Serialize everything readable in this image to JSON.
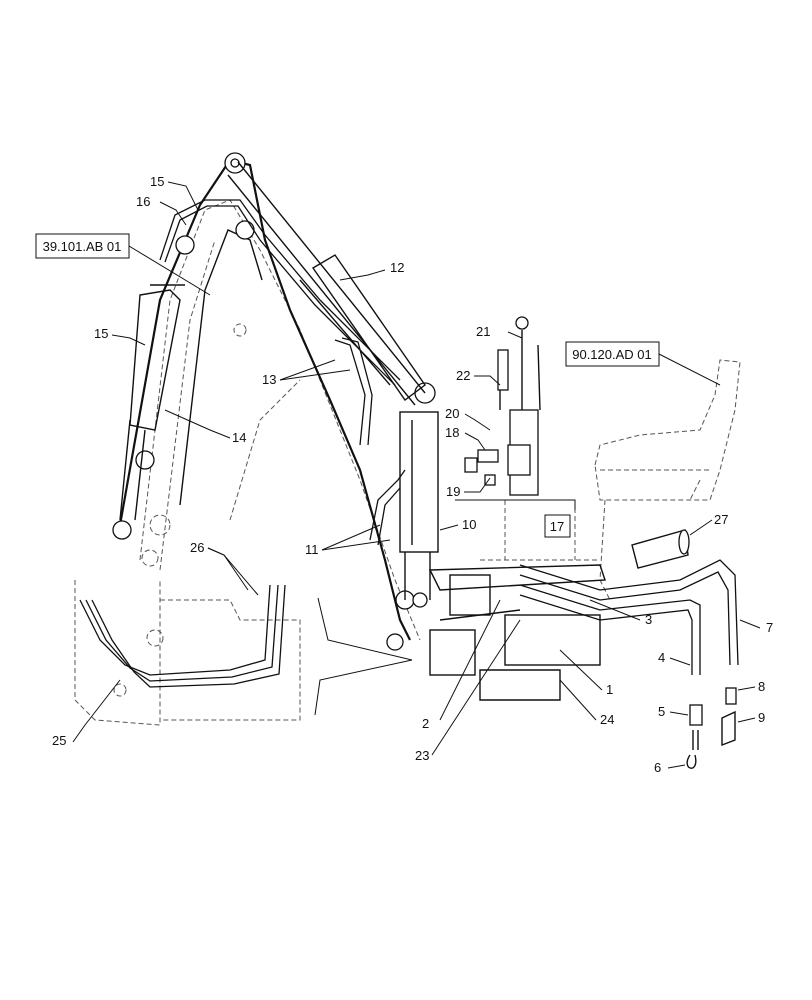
{
  "references": {
    "boom_ref": "39.101.AB 01",
    "seat_ref": "90.120.AD 01",
    "valve_ref": "17"
  },
  "callouts": {
    "c1": "1",
    "c2": "2",
    "c3": "3",
    "c4": "4",
    "c5": "5",
    "c6": "6",
    "c7": "7",
    "c8": "8",
    "c9": "9",
    "c10": "10",
    "c11": "11",
    "c12": "12",
    "c13": "13",
    "c14": "14",
    "c15a": "15",
    "c15b": "15",
    "c16": "16",
    "c18": "18",
    "c19": "19",
    "c20": "20",
    "c21": "21",
    "c22": "22",
    "c23": "23",
    "c24": "24",
    "c25": "25",
    "c26": "26",
    "c27": "27"
  }
}
